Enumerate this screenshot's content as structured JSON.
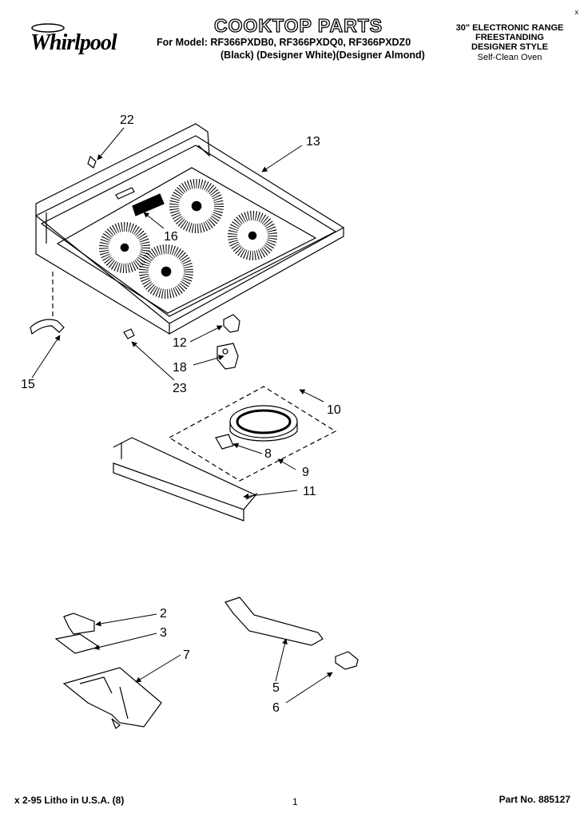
{
  "header": {
    "brand": "Whirlpool",
    "title": "COOKTOP PARTS",
    "model_line": "For Model: RF366PXDB0, RF366PXDQ0, RF366PXDZ0",
    "color_line": "(Black)   (Designer White)(Designer Almond)",
    "right_lines": [
      "30\" ELECTRONIC RANGE",
      "FREESTANDING",
      "DESIGNER STYLE",
      "Self-Clean Oven"
    ],
    "corner_mark": "x"
  },
  "callouts": {
    "c22": "22",
    "c13": "13",
    "c16": "16",
    "c15": "15",
    "c12": "12",
    "c18": "18",
    "c23": "23",
    "c10": "10",
    "c8": "8",
    "c9": "9",
    "c11": "11",
    "c2": "2",
    "c3": "3",
    "c7": "7",
    "c5": "5",
    "c6": "6"
  },
  "footer": {
    "litho": "x 2-95 Litho in U.S.A. (8)",
    "page": "1",
    "part_no": "Part No. 885127"
  },
  "colors": {
    "ink": "#000000",
    "paper": "#ffffff"
  }
}
